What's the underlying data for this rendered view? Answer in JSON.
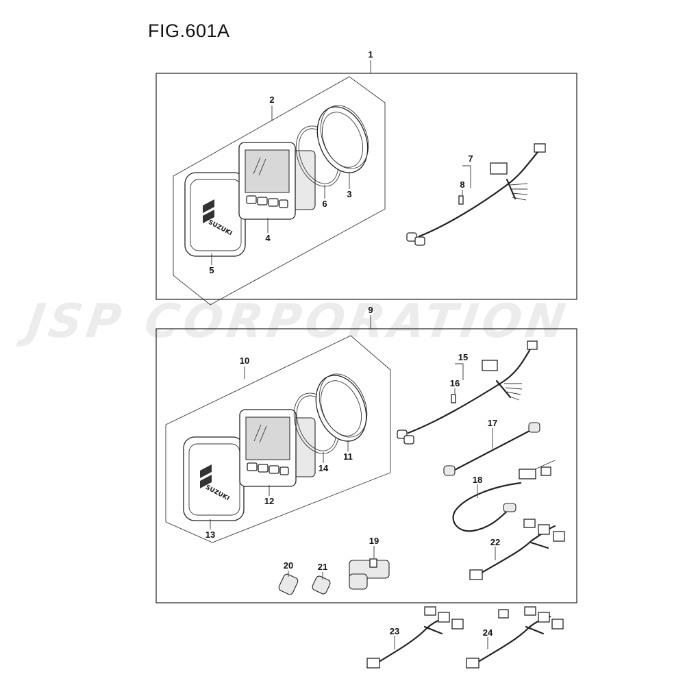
{
  "figure": {
    "title": "FIG.601A"
  },
  "watermark": {
    "text": "JSP CORPORATION"
  },
  "brand": {
    "logo_text": "SUZUKI"
  },
  "callouts": [
    "1",
    "2",
    "3",
    "4",
    "5",
    "6",
    "7",
    "8",
    "9",
    "10",
    "11",
    "12",
    "13",
    "14",
    "15",
    "16",
    "17",
    "18",
    "19",
    "20",
    "21",
    "22",
    "23",
    "24"
  ]
}
